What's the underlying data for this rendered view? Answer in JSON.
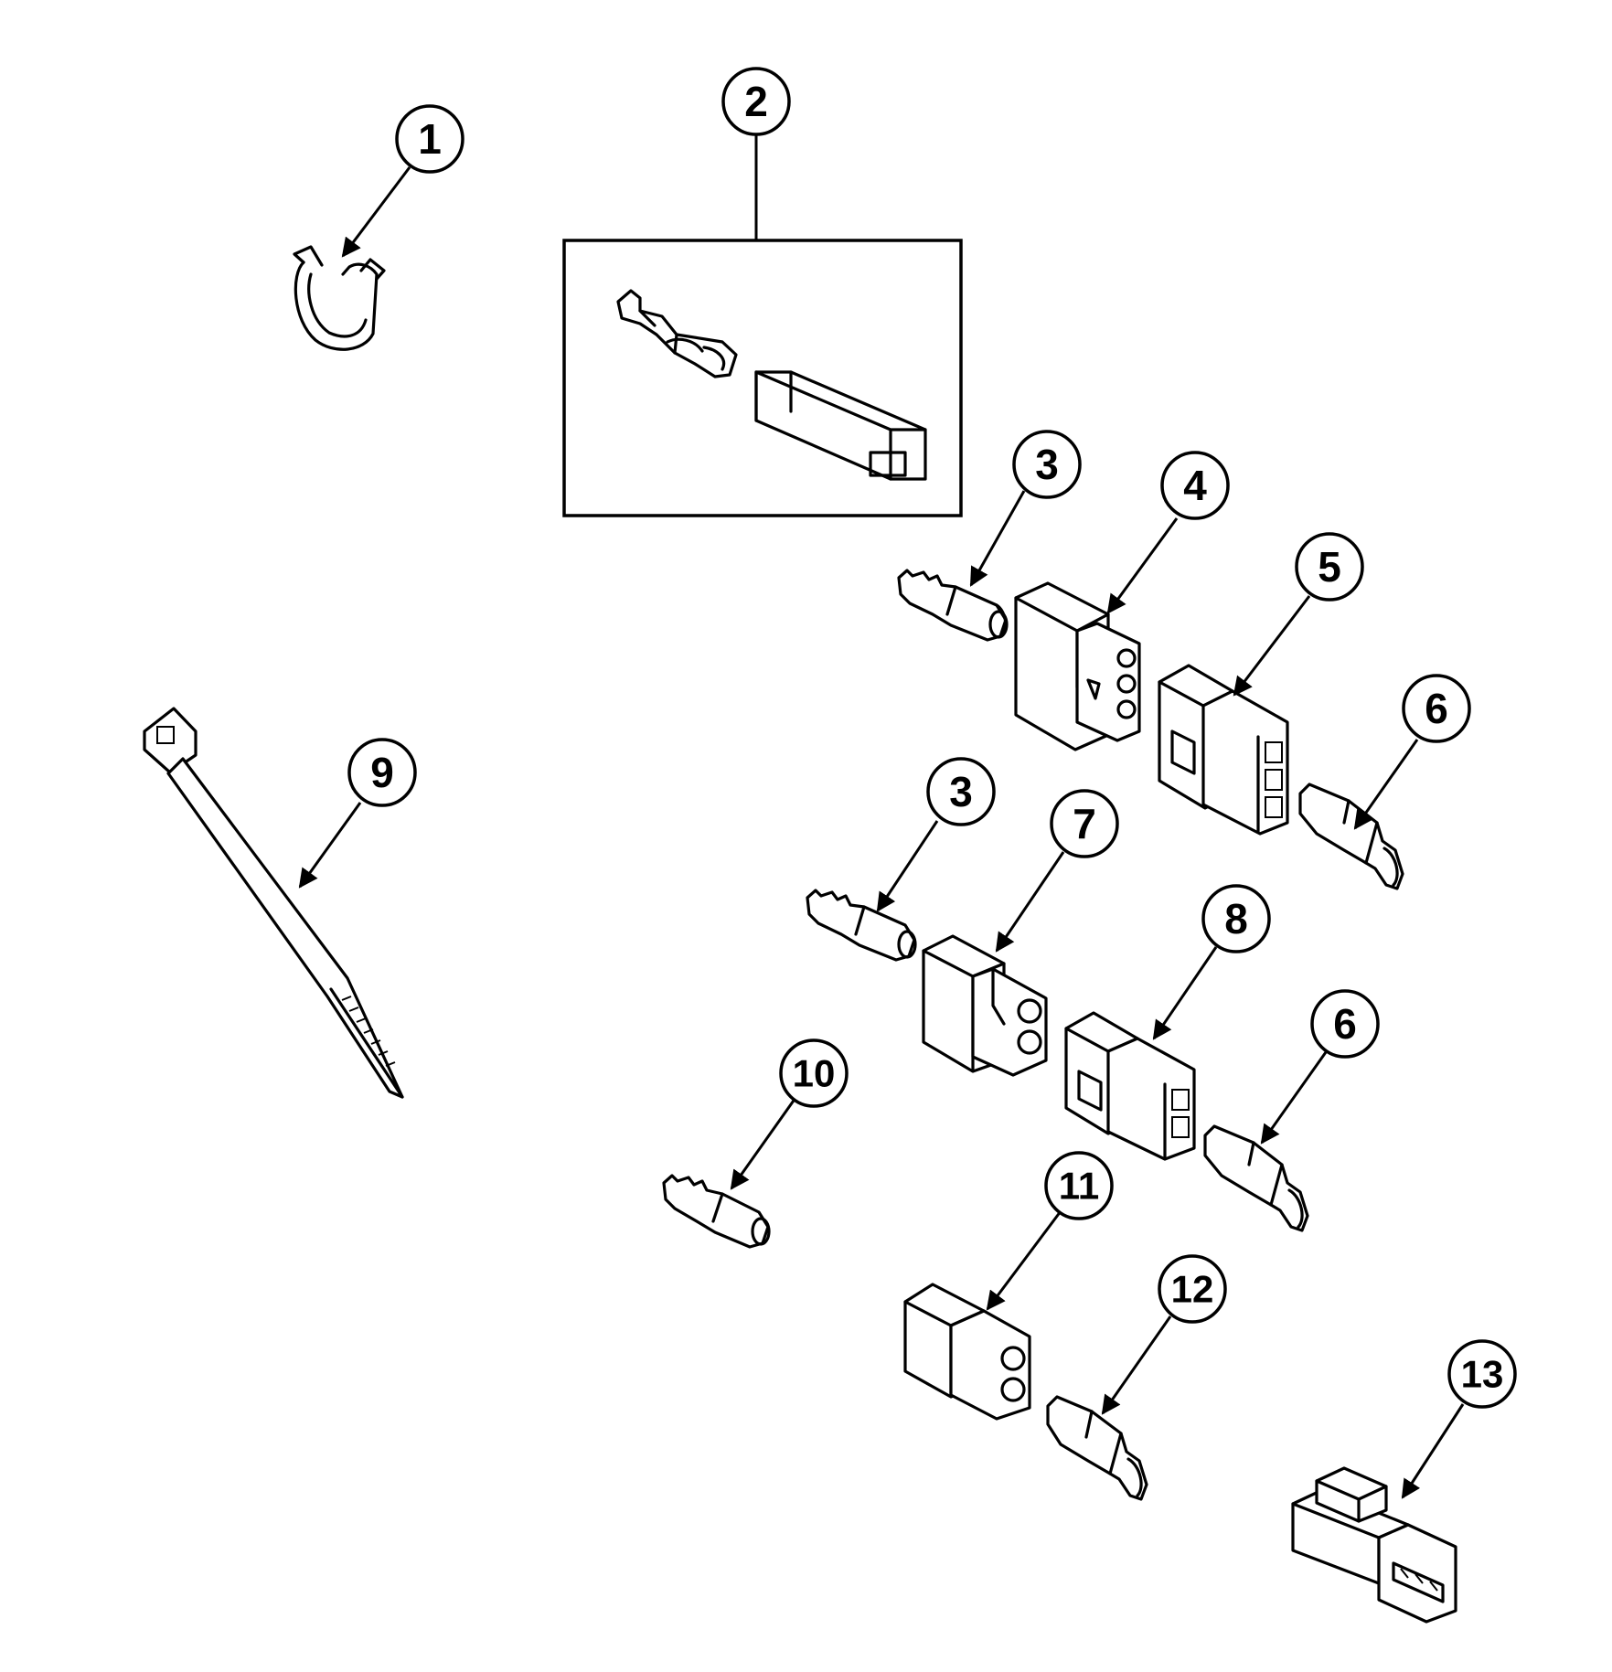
{
  "diagram": {
    "callouts": [
      {
        "id": "c1",
        "label": "1"
      },
      {
        "id": "c2",
        "label": "2"
      },
      {
        "id": "c3a",
        "label": "3"
      },
      {
        "id": "c4",
        "label": "4"
      },
      {
        "id": "c5",
        "label": "5"
      },
      {
        "id": "c6a",
        "label": "6"
      },
      {
        "id": "c3b",
        "label": "3"
      },
      {
        "id": "c7",
        "label": "7"
      },
      {
        "id": "c8",
        "label": "8"
      },
      {
        "id": "c6b",
        "label": "6"
      },
      {
        "id": "c9",
        "label": "9"
      },
      {
        "id": "c10",
        "label": "10"
      },
      {
        "id": "c11",
        "label": "11"
      },
      {
        "id": "c12",
        "label": "12"
      },
      {
        "id": "c13",
        "label": "13"
      }
    ]
  }
}
